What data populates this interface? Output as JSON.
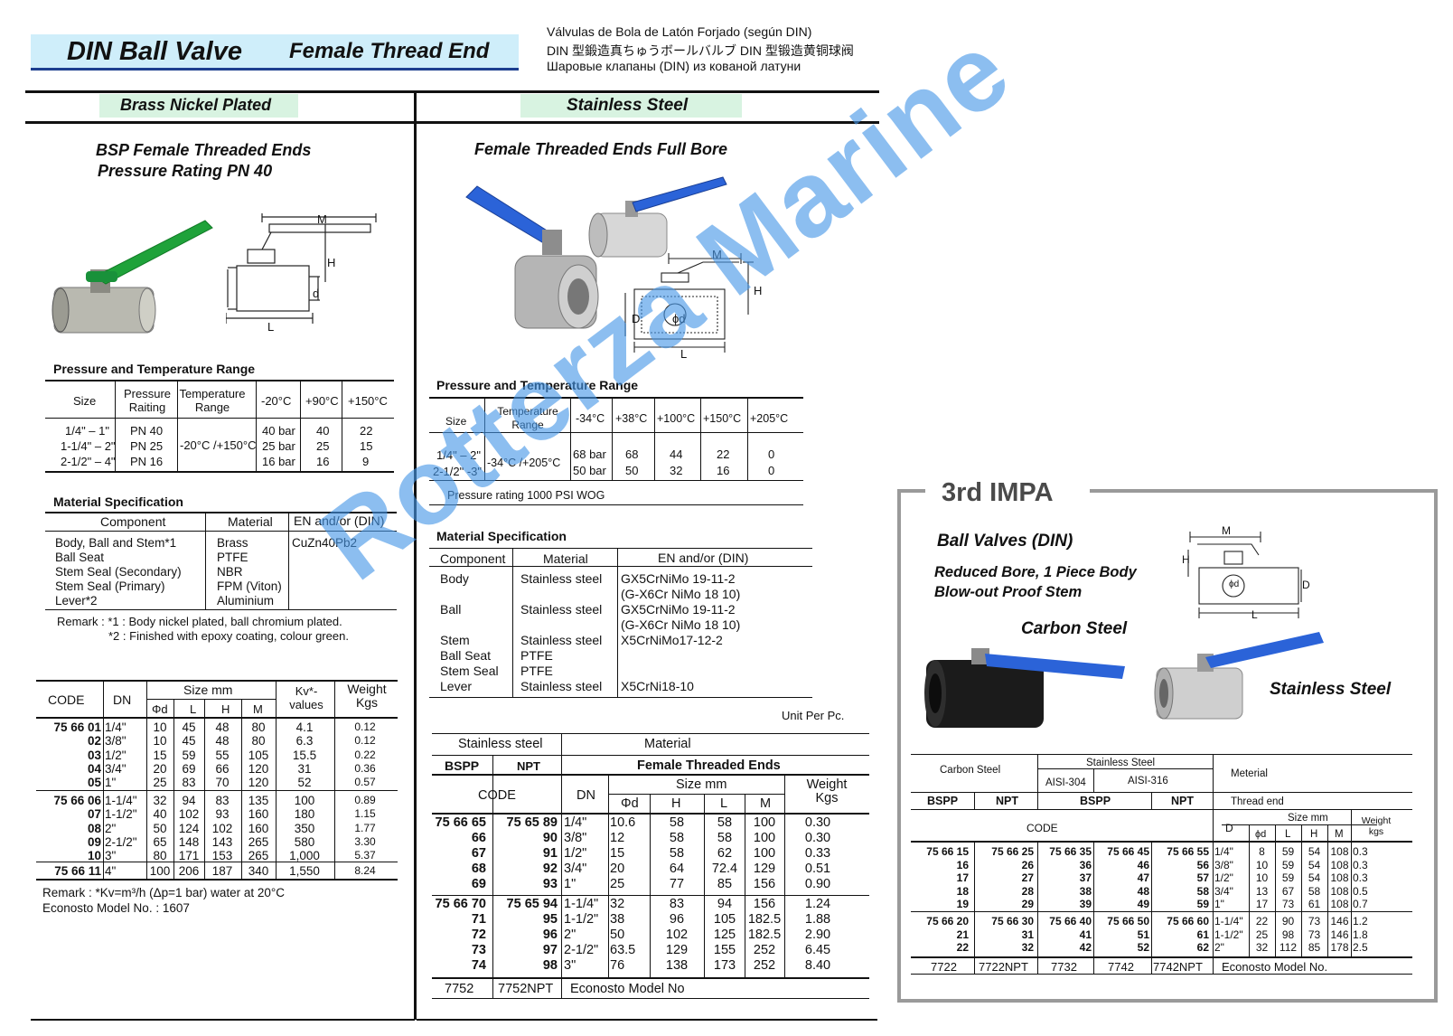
{
  "header": {
    "title": "DIN Ball Valve",
    "subtitle": "Female Thread End",
    "lang_lines": [
      "Válvulas de Bola de Latón Forjado (según DIN)",
      "DIN 型鍛造真ちゅうボールバルブ  DIN 型锻造黄铜球阀",
      "Шаровые клапаны (DIN) из кованой латуни"
    ]
  },
  "left": {
    "band": "Brass Nickel Plated",
    "heading1": "BSP Female Threaded Ends",
    "heading2": "Pressure Rating PN 40",
    "diagram_labels": {
      "m": "M",
      "h": "H",
      "d": "d",
      "l": "L"
    },
    "pt_title": "Pressure and Temperature Range",
    "pt_headers": [
      "Size",
      "Pressure\nRaiting",
      "Temperature\nRange",
      "-20°C",
      "+90°C",
      "+150°C"
    ],
    "pt_rows": [
      [
        "1/4\" – 1\"",
        "PN 40",
        "",
        "40 bar",
        "40",
        "22"
      ],
      [
        "1-1/4\" – 2\"",
        "PN 25",
        "-20°C /+150°C",
        "25 bar",
        "25",
        "15"
      ],
      [
        "2-1/2\" – 4\"",
        "PN 16",
        "",
        "16 bar",
        "16",
        "9"
      ]
    ],
    "mat_title": "Material Specification",
    "mat_headers": [
      "Component",
      "Material",
      "EN and/or (DIN)"
    ],
    "mat_rows": [
      [
        "Body, Ball and Stem*1",
        "Brass",
        "CuZn40Pb2"
      ],
      [
        "Ball Seat",
        "PTFE",
        ""
      ],
      [
        "Stem Seal (Secondary)",
        "NBR",
        ""
      ],
      [
        "Stem Seal (Primary)",
        "FPM (Viton)",
        ""
      ],
      [
        "Lever*2",
        "Aluminium",
        ""
      ]
    ],
    "remark1": "Remark :  *1 : Body nickel plated, ball chromium plated.",
    "remark2": "*2 : Finished with epoxy coating, colour green.",
    "size_headers": {
      "code": "CODE",
      "dn": "DN",
      "size": "Size mm",
      "d": "Φd",
      "l": "L",
      "h": "H",
      "m": "M",
      "kv": "Kv*-\nvalues",
      "weight": "Weight\nKgs"
    },
    "size_groups": [
      [
        [
          "75 66 01",
          "1/4\"",
          "10",
          "45",
          "48",
          "80",
          "4.1",
          "0.12"
        ],
        [
          "02",
          "3/8\"",
          "10",
          "45",
          "48",
          "80",
          "6.3",
          "0.12"
        ],
        [
          "03",
          "1/2\"",
          "15",
          "59",
          "55",
          "105",
          "15.5",
          "0.22"
        ],
        [
          "04",
          "3/4\"",
          "20",
          "69",
          "66",
          "120",
          "31",
          "0.36"
        ],
        [
          "05",
          "1\"",
          "25",
          "83",
          "70",
          "120",
          "52",
          "0.57"
        ]
      ],
      [
        [
          "75 66 06",
          "1-1/4\"",
          "32",
          "94",
          "83",
          "135",
          "100",
          "0.89"
        ],
        [
          "07",
          "1-1/2\"",
          "40",
          "102",
          "93",
          "160",
          "180",
          "1.15"
        ],
        [
          "08",
          "2\"",
          "50",
          "124",
          "102",
          "160",
          "350",
          "1.77"
        ],
        [
          "09",
          "2-1/2\"",
          "65",
          "148",
          "143",
          "265",
          "580",
          "3.30"
        ],
        [
          "10",
          "3\"",
          "80",
          "171",
          "153",
          "265",
          "1,000",
          "5.37"
        ]
      ],
      [
        [
          "75 66 11",
          "4\"",
          "100",
          "206",
          "187",
          "340",
          "1,550",
          "8.24"
        ]
      ]
    ],
    "footer1": "Remark : *Kv=m³/h (Δp=1 bar) water at 20°C",
    "footer2": "Econosto Model No. : 1607"
  },
  "middle": {
    "band": "Stainless Steel",
    "heading": "Female Threaded Ends Full Bore",
    "diagram_labels": {
      "m": "M",
      "h": "H",
      "d": "D",
      "phid": "ϕd",
      "l": "L"
    },
    "pt_title": "Pressure and Temperature Range",
    "pt_headers": [
      "Size",
      "Temperature\nRange",
      "-34°C",
      "+38°C",
      "+100°C",
      "+150°C",
      "+205°C"
    ],
    "pt_rows": [
      [
        "1/4\" – 2\"",
        "-34°C /+205°C",
        "68 bar",
        "68",
        "44",
        "22",
        "0"
      ],
      [
        "2-1/2\" -3\"",
        "",
        "50 bar",
        "50",
        "32",
        "16",
        "0"
      ]
    ],
    "pressure_note": "Pressure rating 1000 PSI WOG",
    "mat_title": "Material Specification",
    "mat_headers": [
      "Component",
      "Material",
      "EN and/or (DIN)"
    ],
    "mat_rows": [
      [
        "Body",
        "Stainless steel",
        "GX5CrNiMo 19-11-2"
      ],
      [
        "",
        "",
        "(G-X6Cr NiMo 18 10)"
      ],
      [
        "Ball",
        "Stainless steel",
        "GX5CrNiMo 19-11-2"
      ],
      [
        "",
        "",
        "(G-X6Cr NiMo 18 10)"
      ],
      [
        "Stem",
        "Stainless steel",
        "X5CrNiMo17-12-2"
      ],
      [
        "Ball Seat",
        "PTFE",
        ""
      ],
      [
        "Stem Seal",
        "PTFE",
        ""
      ],
      [
        "Lever",
        "Stainless steel",
        "X5CrNi18-10"
      ]
    ],
    "unit": "Unit Per Pc.",
    "size_headers": {
      "ss": "Stainless steel",
      "material": "Material",
      "bspp": "BSPP",
      "npt": "NPT",
      "fte": "Female Threaded Ends",
      "code": "CODE",
      "dn": "DN",
      "size": "Size mm",
      "d": "Φd",
      "h": "H",
      "l": "L",
      "m": "M",
      "weight": "Weight\nKgs"
    },
    "size_groups": [
      [
        [
          "75 66 65",
          "75 65 89",
          "1/4\"",
          "10.6",
          "58",
          "58",
          "100",
          "0.30"
        ],
        [
          "66",
          "90",
          "3/8\"",
          "12",
          "58",
          "58",
          "100",
          "0.30"
        ],
        [
          "67",
          "91",
          "1/2\"",
          "15",
          "58",
          "62",
          "100",
          "0.33"
        ],
        [
          "68",
          "92",
          "3/4\"",
          "20",
          "64",
          "72.4",
          "129",
          "0.51"
        ],
        [
          "69",
          "93",
          "1\"",
          "25",
          "77",
          "85",
          "156",
          "0.90"
        ]
      ],
      [
        [
          "75 66 70",
          "75 65 94",
          "1-1/4\"",
          "32",
          "83",
          "94",
          "156",
          "1.24"
        ],
        [
          "71",
          "95",
          "1-1/2\"",
          "38",
          "96",
          "105",
          "182.5",
          "1.88"
        ],
        [
          "72",
          "96",
          "2\"",
          "50",
          "102",
          "125",
          "182.5",
          "2.90"
        ],
        [
          "73",
          "97",
          "2-1/2\"",
          "63.5",
          "129",
          "155",
          "252",
          "6.45"
        ],
        [
          "74",
          "98",
          "3\"",
          "76",
          "138",
          "173",
          "252",
          "8.40"
        ]
      ]
    ],
    "model_row": [
      "7752",
      "7752NPT",
      "Econosto Model No"
    ]
  },
  "right": {
    "panel_title": "3rd IMPA",
    "heading1": "Ball Valves (DIN)",
    "heading2": "Reduced Bore, 1 Piece Body",
    "heading3": "Blow-out Proof Stem",
    "carbon": "Carbon Steel",
    "stainless": "Stainless Steel",
    "diagram_labels": {
      "m": "M",
      "h": "H",
      "d": "D",
      "phid": "ϕd",
      "l": "L"
    },
    "headers": {
      "cs": "Carbon Steel",
      "ss": "Stainless Steel",
      "aisi304": "AISI-304",
      "aisi316": "AISI-316",
      "meterial": "Meterial",
      "bspp1": "BSPP",
      "npt1": "NPT",
      "bspp2": "BSPP",
      "npt2": "NPT",
      "thread": "Thread end",
      "code": "CODE",
      "d": "D",
      "size": "Size mm",
      "phid": "ϕd",
      "l": "L",
      "h": "H",
      "m": "M",
      "weight": "Weight\nkgs"
    },
    "rows_g1": [
      [
        "75 66 15",
        "75 66 25",
        "75 66 35",
        "75 66 45",
        "75 66 55",
        "1/4\"",
        "8",
        "59",
        "54",
        "108",
        "0.3"
      ],
      [
        "16",
        "26",
        "36",
        "46",
        "56",
        "3/8\"",
        "10",
        "59",
        "54",
        "108",
        "0.3"
      ],
      [
        "17",
        "27",
        "37",
        "47",
        "57",
        "1/2\"",
        "10",
        "59",
        "54",
        "108",
        "0.3"
      ],
      [
        "18",
        "28",
        "38",
        "48",
        "58",
        "3/4\"",
        "13",
        "67",
        "58",
        "108",
        "0.5"
      ],
      [
        "19",
        "29",
        "39",
        "49",
        "59",
        "1\"",
        "17",
        "73",
        "61",
        "108",
        "0.7"
      ]
    ],
    "rows_g2": [
      [
        "75 66 20",
        "75 66 30",
        "75 66 40",
        "75 66 50",
        "75 66 60",
        "1-1/4\"",
        "22",
        "90",
        "73",
        "146",
        "1.2"
      ],
      [
        "21",
        "31",
        "41",
        "51",
        "61",
        "1-1/2\"",
        "25",
        "98",
        "73",
        "146",
        "1.8"
      ],
      [
        "22",
        "32",
        "42",
        "52",
        "62",
        "2\"",
        "32",
        "112",
        "85",
        "178",
        "2.5"
      ]
    ],
    "model_row": [
      "7722",
      "7722NPT",
      "7732",
      "7742",
      "7742NPT",
      "Econosto Model No."
    ]
  },
  "watermark": "Rotterza Marine",
  "colors": {
    "band": "#cfeefa",
    "band2": "#d8f3e1",
    "green": "#1fa23a",
    "blue": "#2b63d8",
    "watermark": "#4696e6"
  }
}
